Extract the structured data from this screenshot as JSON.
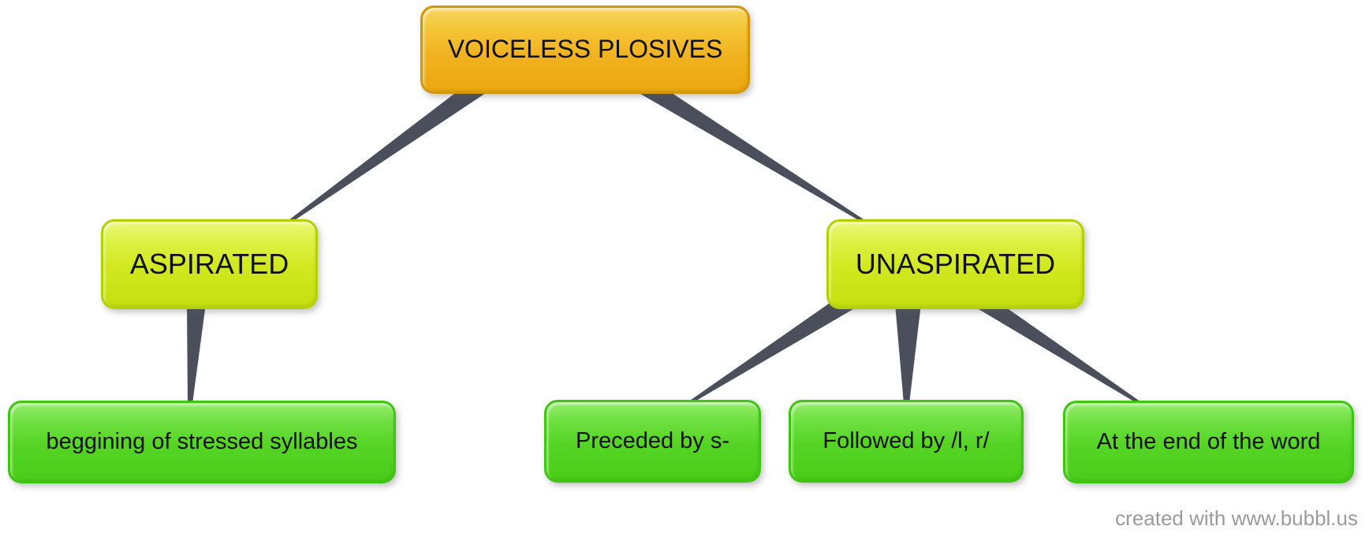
{
  "diagram": {
    "tool_credit": "created with www.bubbl.us",
    "nodes": {
      "root": {
        "label": "VOICELESS PLOSIVES",
        "level": 0
      },
      "aspirated": {
        "label": "ASPIRATED",
        "level": 1
      },
      "unaspirated": {
        "label": "UNASPIRATED",
        "level": 1
      },
      "leaf1": {
        "label": "beggining of stressed syllables",
        "level": 2
      },
      "leaf2": {
        "label": "Preceded by s-",
        "level": 2
      },
      "leaf3": {
        "label": "Followed by /l, r/",
        "level": 2
      },
      "leaf4": {
        "label": "At the end of the word",
        "level": 2
      }
    },
    "edges": [
      {
        "from": "root",
        "to": "aspirated"
      },
      {
        "from": "root",
        "to": "unaspirated"
      },
      {
        "from": "aspirated",
        "to": "leaf1"
      },
      {
        "from": "unaspirated",
        "to": "leaf2"
      },
      {
        "from": "unaspirated",
        "to": "leaf3"
      },
      {
        "from": "unaspirated",
        "to": "leaf4"
      }
    ],
    "colors": {
      "background": "#ffffff",
      "connector": "#4a4f5b",
      "root_fill_top": "#f8d65c",
      "root_fill_bottom": "#eda60f",
      "root_border": "#d2960a",
      "branch_fill_top": "#ecf878",
      "branch_fill_bottom": "#c4de0e",
      "branch_border": "#b2d103",
      "leaf_fill_top": "#93ec69",
      "leaf_fill_bottom": "#49cc17",
      "leaf_border": "#3ec513",
      "text": "#101010",
      "credit_text": "#9b9b9b"
    }
  }
}
